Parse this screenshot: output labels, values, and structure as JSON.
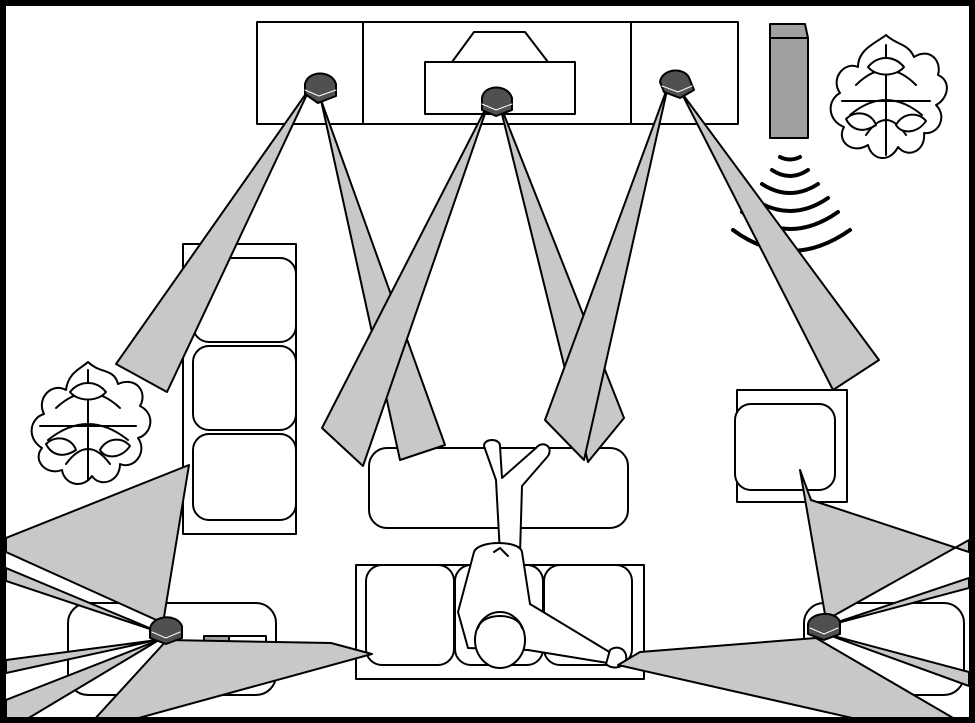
{
  "diagram": {
    "kind": "home-theater-speaker-layout",
    "colors": {
      "line": "#000000",
      "fill": "#ffffff",
      "sound_beam": "#c8c8c8",
      "speaker_body": "#505050",
      "subwoofer": "#a0a0a0"
    },
    "speakers": [
      {
        "id": "front-left",
        "icon": "speaker-icon"
      },
      {
        "id": "center",
        "icon": "speaker-icon"
      },
      {
        "id": "front-right",
        "icon": "speaker-icon"
      },
      {
        "id": "surround-left",
        "icon": "speaker-icon"
      },
      {
        "id": "surround-right",
        "icon": "speaker-icon"
      },
      {
        "id": "subwoofer",
        "icon": "subwoofer-icon"
      }
    ],
    "furniture": [
      "tv-cabinet",
      "television",
      "sofa-left",
      "coffee-table",
      "sofa-rear",
      "armchair-right",
      "side-table-left",
      "side-table-right",
      "magazine-rack"
    ],
    "decor": [
      "plant-icon",
      "plant-icon"
    ],
    "listener": "person-icon"
  }
}
